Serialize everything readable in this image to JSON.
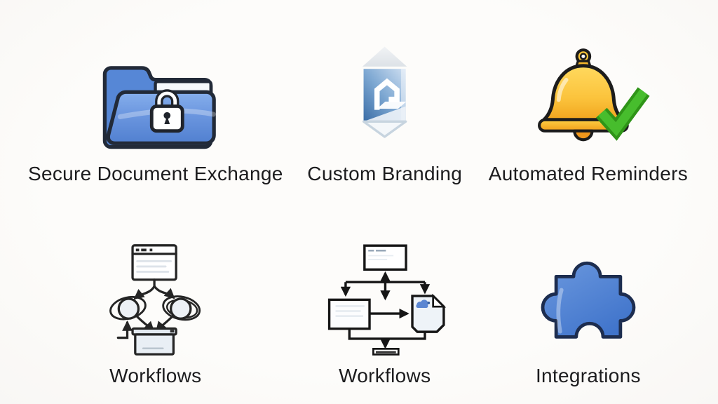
{
  "page": {
    "background": "#fdfcfa",
    "text_color": "#1c1c1e"
  },
  "features": [
    {
      "label": "Secure Document Exchange",
      "icon": "folder-lock-icon"
    },
    {
      "label": "Custom Branding",
      "icon": "brand-badge-icon"
    },
    {
      "label": "Automated Reminders",
      "icon": "bell-check-icon"
    },
    {
      "label": "Workflows",
      "icon": "workflow-sketch-icon"
    },
    {
      "label": "Workflows",
      "icon": "workflow-diagram-icon"
    },
    {
      "label": "Integrations",
      "icon": "puzzle-piece-icon"
    }
  ],
  "colors": {
    "folder_blue": "#5f8dd9",
    "folder_blue_light": "#85aeec",
    "folder_blue_dark": "#5180d0",
    "paper_white": "#f6f9fc",
    "outline_dark": "#222a38",
    "badge_blue": "#3a6da6",
    "badge_blue_light": "#cfdff1",
    "badge_roof_gray": "#e7ebef",
    "bell_yellow": "#ffd85c",
    "bell_orange": "#f1a21e",
    "clapper_orange": "#f0971c",
    "check_green": "#47bd2d",
    "check_green_dark": "#2f9418",
    "sketch_fill": "#edf1f6",
    "sketch_stroke": "#252525",
    "diagram_stroke": "#161616",
    "document_fill": "#eef3f8",
    "cloud_blue": "#5b86d2",
    "puzzle_blue": "#6b98de",
    "puzzle_blue_dark": "#4074cb",
    "puzzle_outline": "#1d2d4f"
  }
}
